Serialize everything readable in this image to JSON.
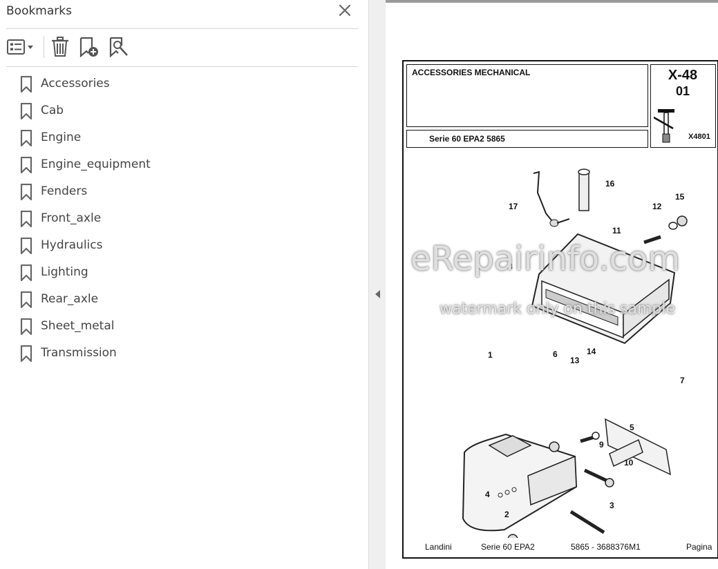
{
  "bookmarks_panel": {
    "title": "Bookmarks",
    "toolbar": {
      "options_icon": "list-options-icon",
      "delete_icon": "trash-icon",
      "add_icon": "bookmark-add-icon",
      "find_icon": "bookmark-search-icon"
    },
    "items": [
      {
        "label": "Accessories"
      },
      {
        "label": "Cab"
      },
      {
        "label": "Engine"
      },
      {
        "label": "Engine_equipment"
      },
      {
        "label": "Fenders"
      },
      {
        "label": "Front_axle"
      },
      {
        "label": "Hydraulics"
      },
      {
        "label": "Lighting"
      },
      {
        "label": "Rear_axle"
      },
      {
        "label": "Sheet_metal"
      },
      {
        "label": "Transmission"
      }
    ]
  },
  "document": {
    "header_title": "ACCESSORIES MECHANICAL",
    "series_label": "Serie 60 EPA2 5865",
    "page_code": "X-48",
    "page_sub": "01",
    "figure_code": "X4801",
    "part_numbers": [
      "1",
      "2",
      "3",
      "4",
      "5",
      "6",
      "7",
      "8",
      "9",
      "10",
      "11",
      "12",
      "13",
      "14",
      "15",
      "16",
      "17"
    ],
    "watermark_main": "eRepairinfo.com",
    "watermark_sub": "watermark only on this sample",
    "footer": {
      "brand": "Landini",
      "series": "Serie 60 EPA2",
      "model_code": "5865  - 3688376M1",
      "page_word": "Pagina"
    }
  }
}
